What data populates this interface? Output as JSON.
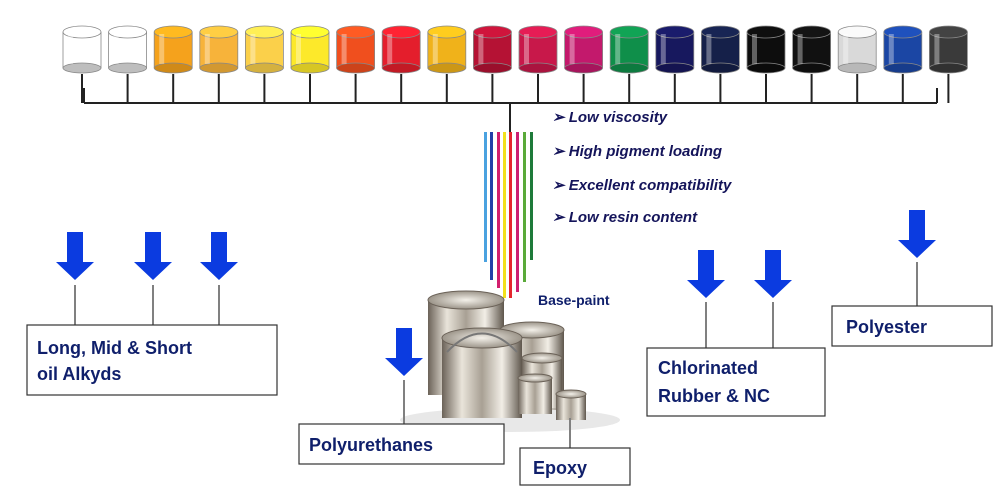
{
  "colors": {
    "cans": [
      "#ffffff",
      "#ffffff",
      "#f5a21c",
      "#f7b33a",
      "#fbd04a",
      "#fde92a",
      "#f04f1e",
      "#e41e2c",
      "#f0b21a",
      "#b51234",
      "#c8184a",
      "#c3196c",
      "#0f8f4a",
      "#17185e",
      "#152049",
      "#0d0d0d",
      "#111111",
      "#d9d9d9",
      "#1b46a4",
      "#3a3a3a"
    ],
    "rods": [
      "#4aa2e0",
      "#223fa8",
      "#d21e6e",
      "#f2e01c",
      "#e4262e",
      "#cc1f72",
      "#5aaa3a",
      "#1e7a3a"
    ],
    "arrow": "#0b3be0",
    "text": "#14145a"
  },
  "benefits": [
    "➢ Low viscosity",
    "➢ High pigment loading",
    "➢ Excellent compatibility",
    "➢ Low resin content"
  ],
  "labels": {
    "base_paint": "Base-paint",
    "alkyds_line1": "Long, Mid & Short",
    "alkyds_line2": "oil Alkyds",
    "polyurethanes": "Polyurethanes",
    "epoxy": "Epoxy",
    "chlorinated_line1": "Chlorinated",
    "chlorinated_line2": "Rubber & NC",
    "polyester": "Polyester"
  }
}
